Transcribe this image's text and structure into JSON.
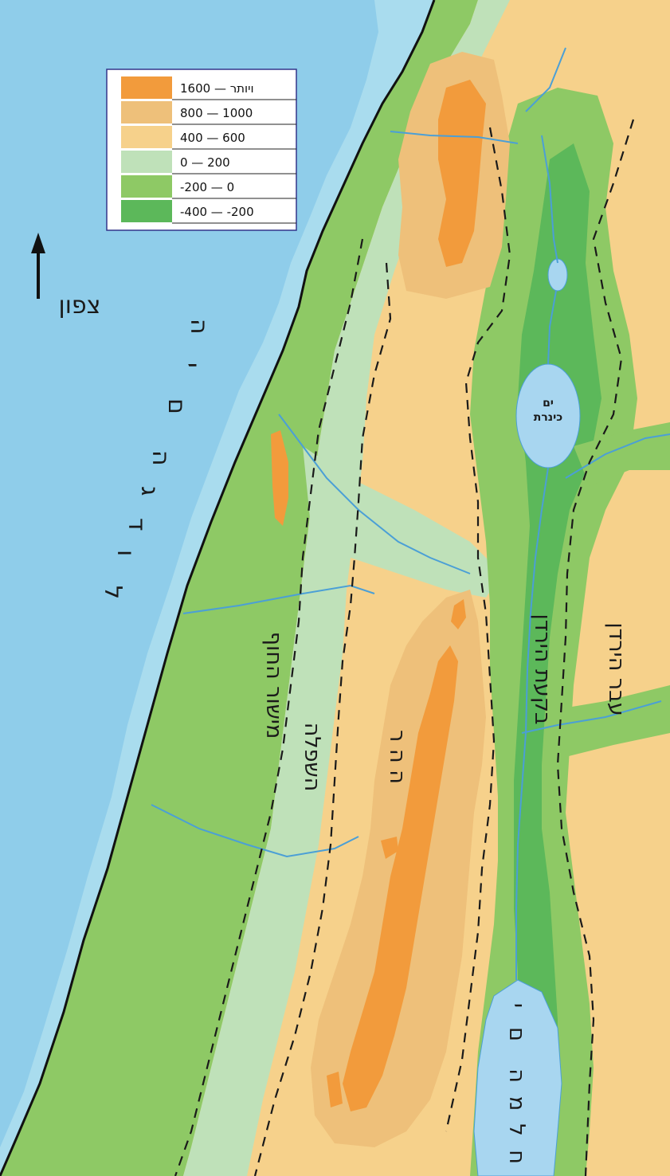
{
  "map": {
    "north_label": "צפון",
    "colors": {
      "sea": "#8fcdea",
      "shallow": "#a9dcee",
      "elev_1600": "#f29b3c",
      "elev_800": "#eec07a",
      "elev_400": "#f6d18b",
      "elev_0_200": "#bfe1b9",
      "elev_m200": "#8ec965",
      "elev_m400": "#5cb85a",
      "water": "#a8d6f0",
      "river": "#4b9fd6"
    },
    "regions": {
      "great_sea": [
        "ה",
        "י",
        "ם",
        "ה",
        "ג",
        "ד",
        "ו",
        "ל"
      ],
      "coastal_plain": "מישור החוף",
      "shfela": "השפלה",
      "mountain": "ה ה ר",
      "jordan_valley": "בקעת הירדן",
      "transjordan": "עבר הירדן",
      "kinneret": [
        "ים",
        "כינרת"
      ],
      "dead_sea": [
        "י",
        "ם",
        "ה",
        "מ",
        "ל",
        "ח"
      ]
    }
  },
  "legend": {
    "items": [
      {
        "label": "1600 — ויותר",
        "color": "#f29b3c"
      },
      {
        "label": "800 — 1000",
        "color": "#eec07a"
      },
      {
        "label": "400 — 600",
        "color": "#f6d18b"
      },
      {
        "label": "0 — 200",
        "color": "#bfe1b9"
      },
      {
        "label": "-200 — 0",
        "color": "#8ec965"
      },
      {
        "label": "-400 — -200",
        "color": "#5cb85a"
      }
    ]
  }
}
